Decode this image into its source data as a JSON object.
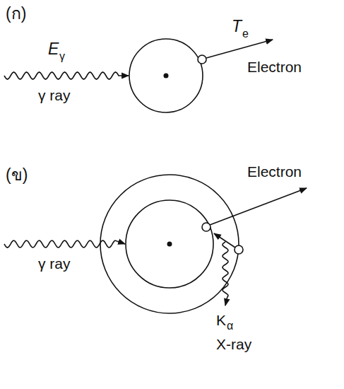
{
  "diagram": {
    "labels": [
      "(ก)",
      "E",
      "γ",
      "T",
      "e",
      "Electron",
      "γ ray",
      "(ข)",
      "Electron",
      "γ ray",
      "K",
      "α",
      "X-ray"
    ]
  }
}
